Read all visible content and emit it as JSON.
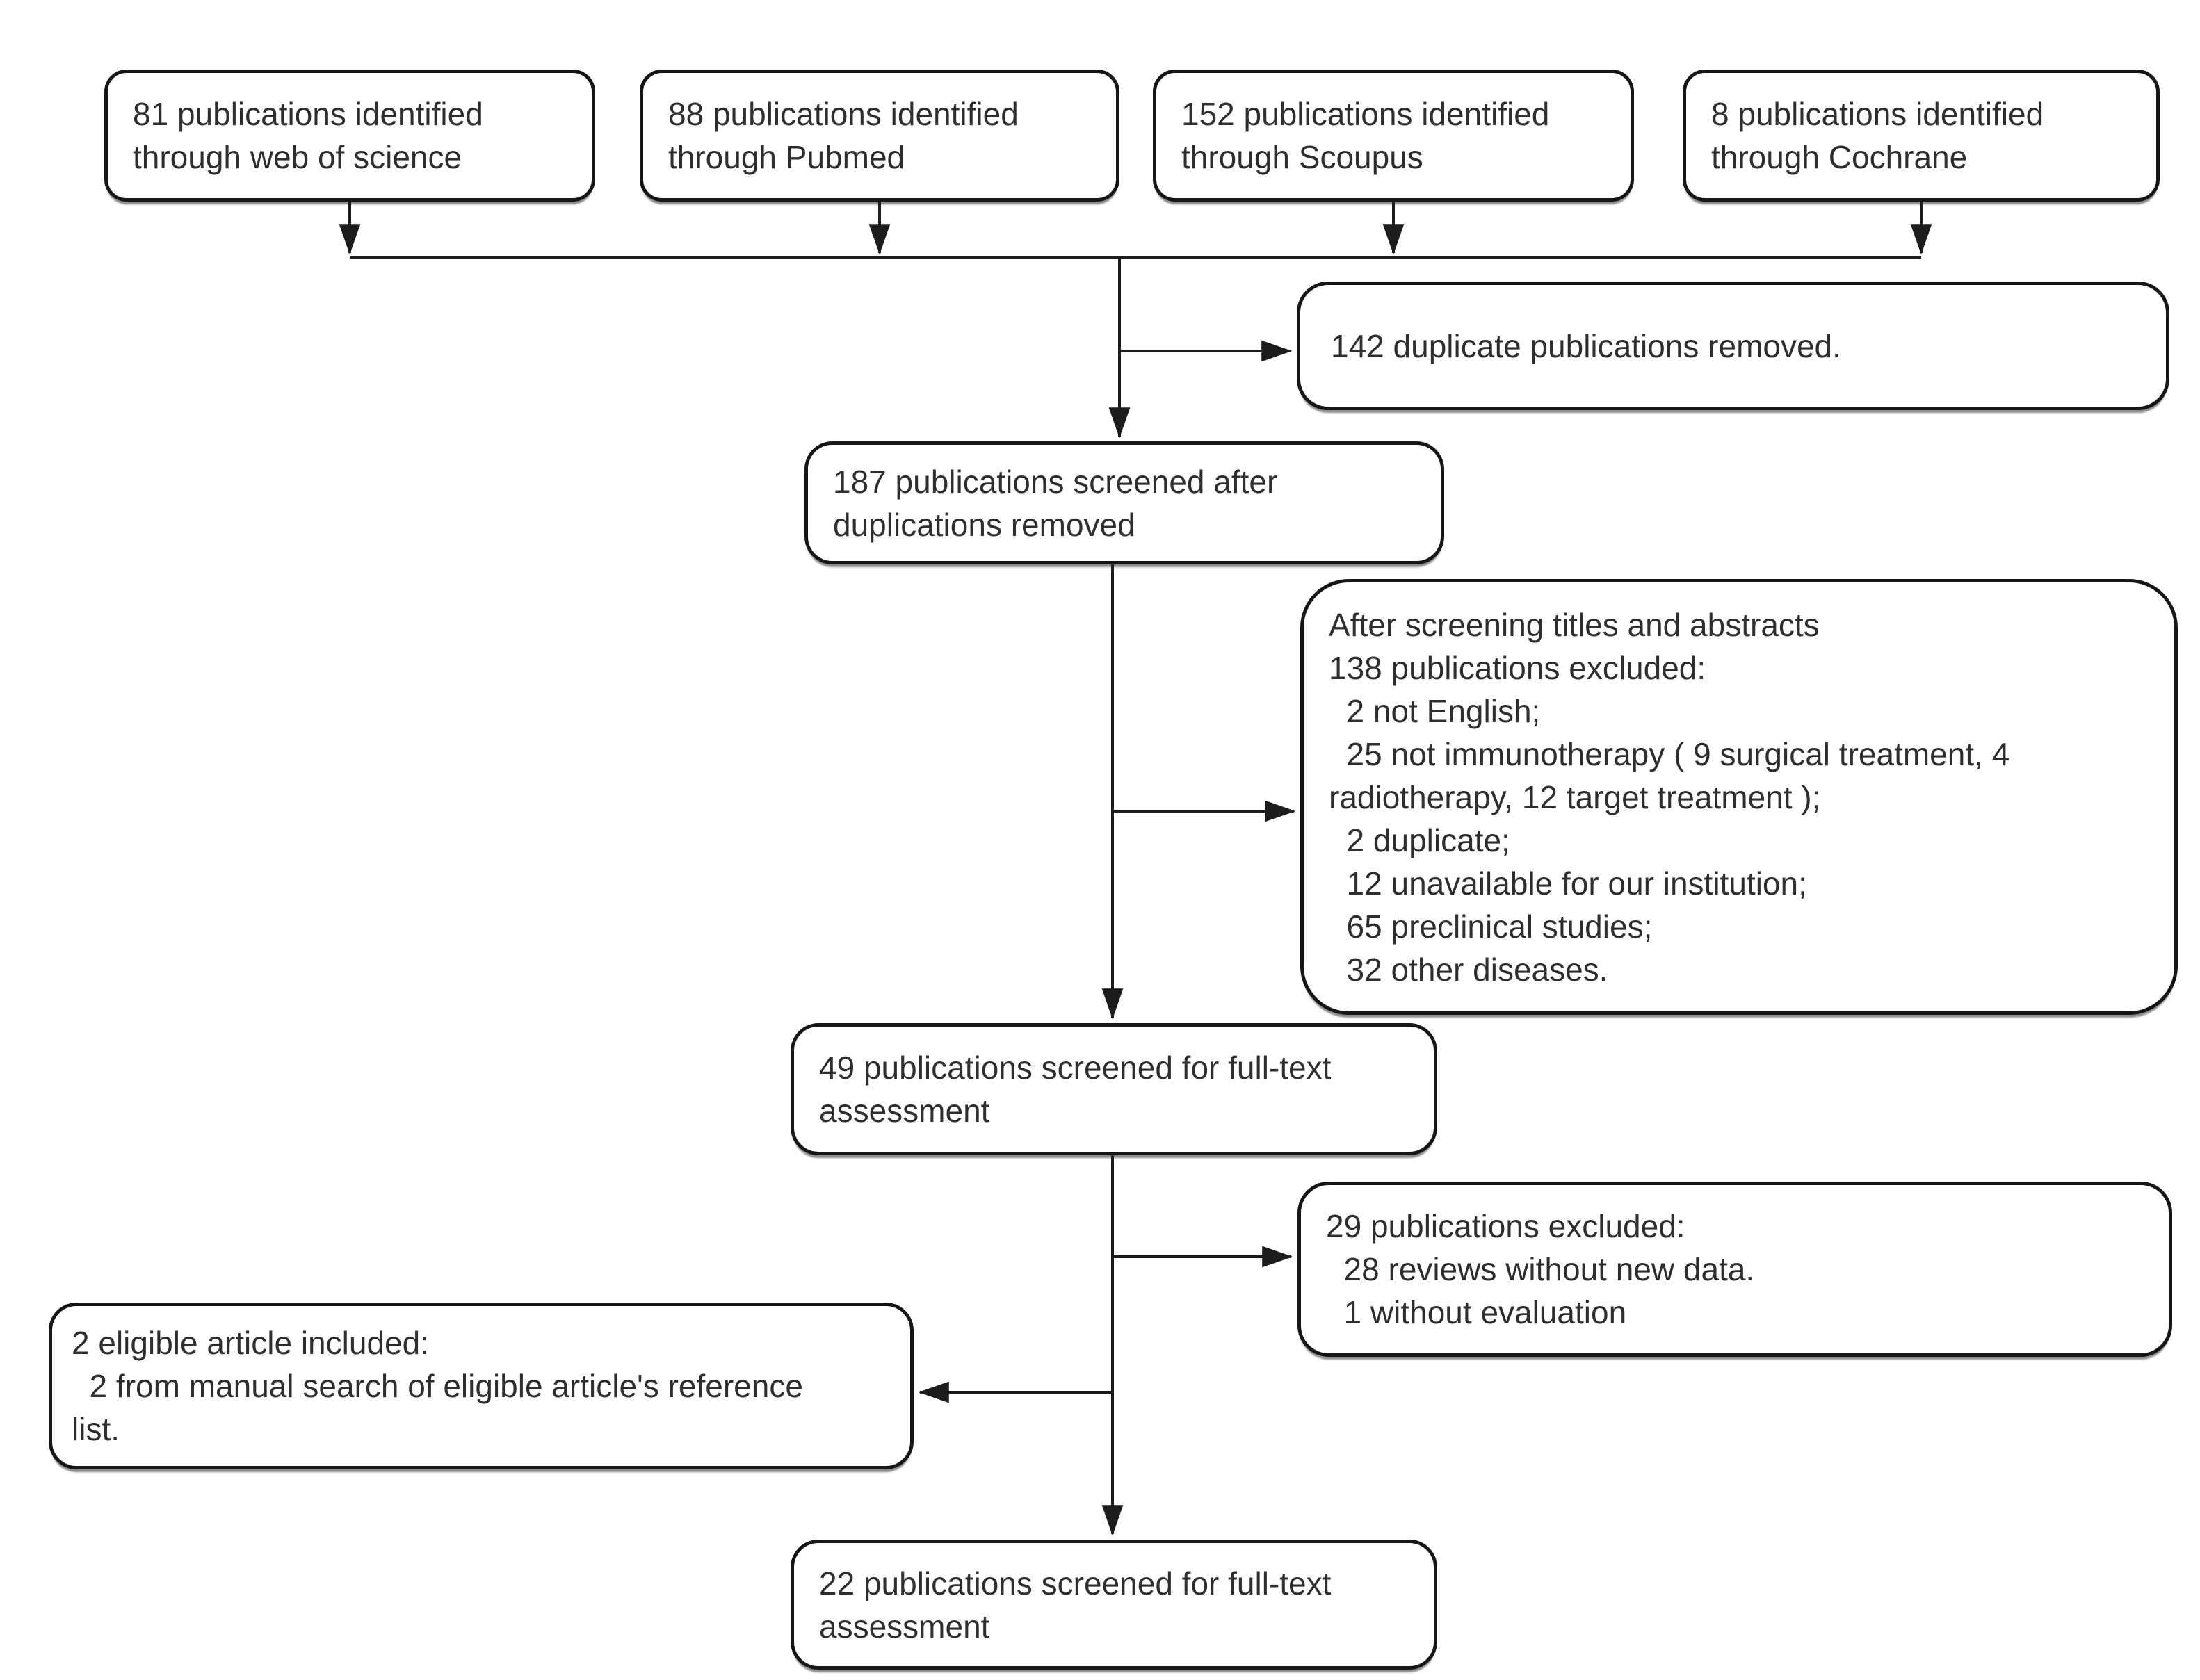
{
  "diagram": {
    "type": "flowchart",
    "colors": {
      "line": "#1c1c1c",
      "border": "#161616",
      "text": "#2e2e2e",
      "background": "#ffffff"
    },
    "nodes": {
      "web_of_science": {
        "text": "81 publications identified\nthrough web of science"
      },
      "pubmed": {
        "text": "88 publications identified\nthrough Pubmed"
      },
      "scoupus": {
        "text": "152 publications identified\nthrough Scoupus"
      },
      "cochrane": {
        "text": "8 publications identified\nthrough Cochrane"
      },
      "duplicates_removed": {
        "text": "142 duplicate publications removed."
      },
      "screened_after_duplications": {
        "text": "187 publications screened after\nduplications removed"
      },
      "excluded_title_abstract": {
        "text": "After screening titles and abstracts\n138 publications excluded:\n  2 not English;\n  25 not immunotherapy ( 9 surgical treatment, 4\nradiotherapy, 12 target treatment );\n  2 duplicate;\n  12 unavailable for our institution;\n  65 preclinical studies;\n  32 other diseases."
      },
      "fulltext_49": {
        "text": "49 publications screened for full-text\nassessment"
      },
      "excluded_fulltext": {
        "text": "29 publications excluded:\n  28 reviews without new data.\n  1 without evaluation"
      },
      "eligible_manual": {
        "text": "2 eligible article included:\n  2 from manual search of eligible article's reference\nlist."
      },
      "fulltext_22": {
        "text": "22 publications screened for full-text\nassessment"
      }
    }
  }
}
